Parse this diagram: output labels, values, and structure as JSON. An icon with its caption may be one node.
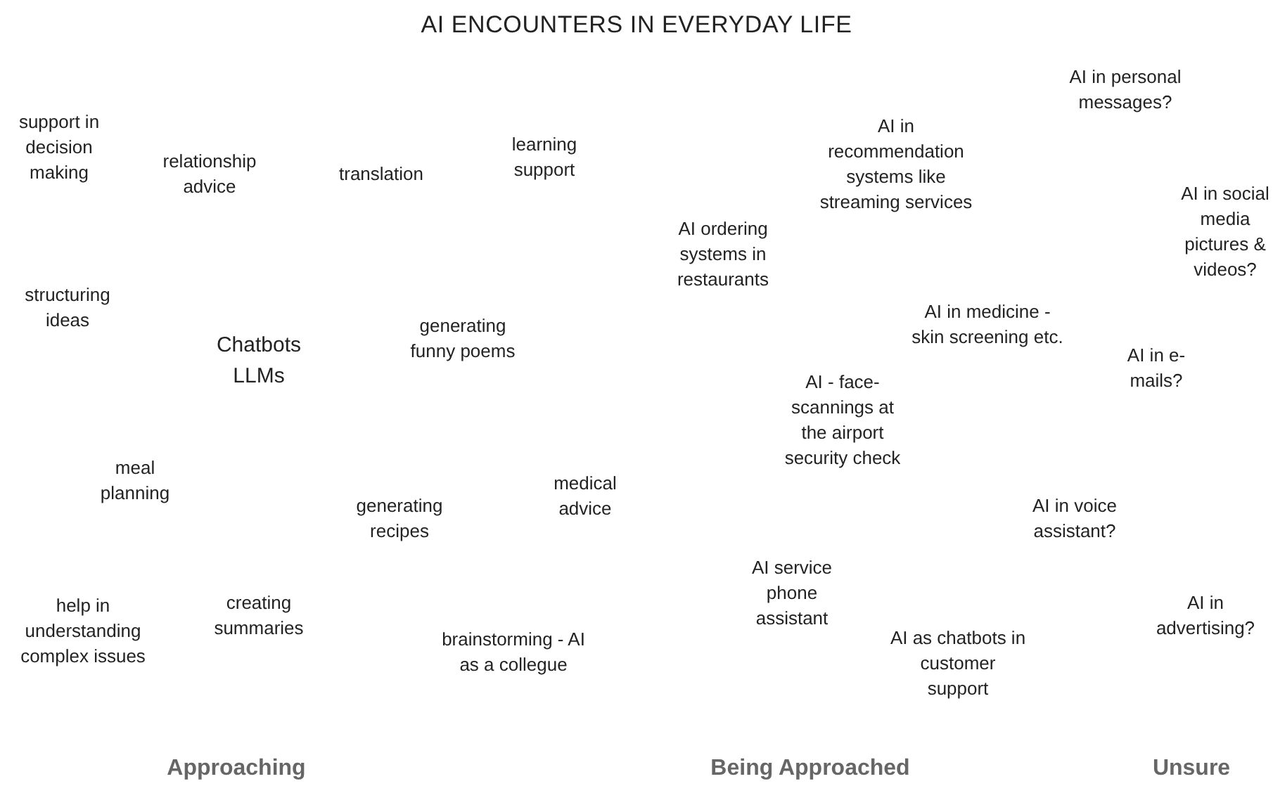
{
  "diagram": {
    "title": "AI ENCOUNTERS IN EVERYDAY LIFE",
    "labels": [
      "AI in personal messages?",
      "support in decision making",
      "AI in recommendation systems like streaming services",
      "learning support",
      "relationship advice",
      "translation",
      "AI in social media pictures & videos?",
      "AI ordering systems in restaurants",
      "structuring ideas",
      "AI in medicine - skin screening etc.",
      "generating funny poems",
      "Chatbots LLMs",
      "AI in e-mails?",
      "AI - face-scannings at the airport security check",
      "meal planning",
      "medical advice",
      "AI in voice assistant?",
      "generating recipes",
      "AI service phone assistant",
      "creating summaries",
      "AI in advertising?",
      "help in understanding complex issues",
      "brainstorming - AI as a collegue",
      "AI as chatbots in customer support",
      "Approaching",
      "Being Approached",
      "Unsure"
    ]
  }
}
